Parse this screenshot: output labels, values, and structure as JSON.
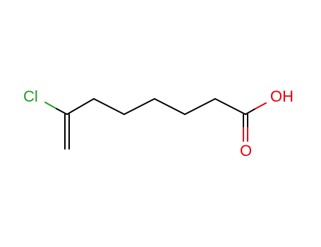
{
  "molecule": {
    "atoms": {
      "chlorine": {
        "label": "Cl",
        "color": "#1f9e1f"
      },
      "hydroxyl": {
        "label": "OH",
        "color": "#e8000a"
      },
      "carbonyl_oxygen": {
        "label": "O",
        "color": "#e8000a"
      }
    },
    "bond_color": "#000000"
  }
}
